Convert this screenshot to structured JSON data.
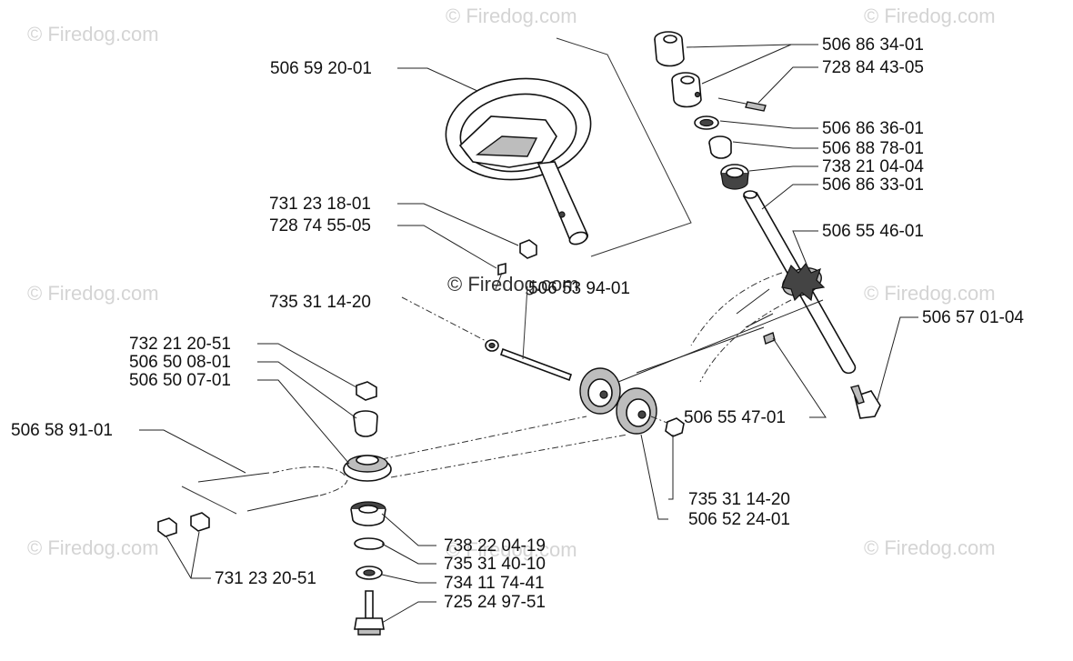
{
  "watermark": {
    "text": "© Firedog.com"
  },
  "labels": {
    "steering_wheel": "506 59 20-01",
    "bushing_upper": "506 86 34-01",
    "set_screw": "728 84 43-05",
    "washer_upper": "506 86 36-01",
    "bushing_small": "506 88 78-01",
    "bearing_upper": "738 21 04-04",
    "steering_shaft": "506 86 33-01",
    "sprocket": "506 55 46-01",
    "bolt_right": "506 57 01-04",
    "nut_wheel": "731 23 18-01",
    "screw_wheel": "728 74 55-05",
    "pin_center": "506 53 94-01",
    "nut_shaft_left": "735 31 14-20",
    "nut_top": "732 21 20-51",
    "spacer_top": "506 50 08-01",
    "pulley_left": "506 50 07-01",
    "cable": "506 58 91-01",
    "chain": "506 55 47-01",
    "nut_pulley_right": "735 31 14-20",
    "pulley_double": "506 52 24-01",
    "bearing_lower": "738 22 04-19",
    "circlip": "735 31 40-10",
    "washer_lower": "734 11 74-41",
    "bolt_lower": "725 24 97-51",
    "nuts_cable": "731 23 20-51"
  }
}
